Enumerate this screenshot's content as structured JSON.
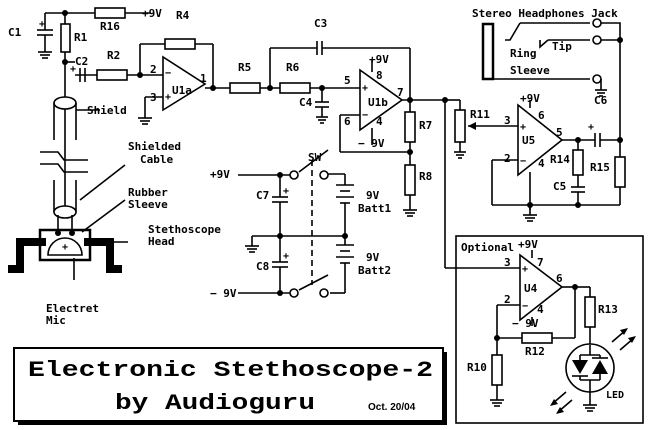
{
  "title": {
    "line1": "Electronic Stethoscope-2",
    "line2": "by Audioguru",
    "date": "Oct. 20/04"
  },
  "labels": {
    "c1": "C1",
    "r1": "R1",
    "r16": "R16",
    "plus9_top": "+9V",
    "r4": "R4",
    "r2": "R2",
    "c2": "C2",
    "u1a": "U1a",
    "pin2": "2",
    "pin3": "3",
    "pin1": "1",
    "shield": "Shield",
    "r5": "R5",
    "r6": "R6",
    "c3": "C3",
    "c4": "C4",
    "u1b": "U1b",
    "u1b_plus9": "+9V",
    "u1b_minus9": "− 9V",
    "pin5": "5",
    "pin6": "6",
    "pin7": "7",
    "pin8": "8",
    "pin4": "4",
    "r7": "R7",
    "r8": "R8",
    "r11": "R11",
    "jack_title": "Stereo Headphones Jack",
    "ring": "Ring",
    "tip": "Tip",
    "sleeve": "Sleeve",
    "u5": "U5",
    "u5_plus9": "+9V",
    "u5_pin3": "3",
    "u5_pin6": "6",
    "u5_pin5": "5",
    "u5_pin2": "2",
    "u5_pin4": "4",
    "c6": "C6",
    "r14": "R14",
    "r15": "R15",
    "c5": "C5",
    "shielded_cable": "Shielded\nCable",
    "rubber_sleeve": "Rubber\nSleeve",
    "stetho_head": "Stethoscope\nHead",
    "electret": "Electret\nMic",
    "sw": "SW",
    "sw_plus9": "+9V",
    "sw_minus9": "− 9V",
    "c7": "C7",
    "c8": "C8",
    "batt1": "9V\nBatt1",
    "batt2": "9V\nBatt2",
    "optional": "Optional",
    "u4": "U4",
    "u4_plus9": "+9V",
    "u4_minus9": "− 9V",
    "u4_pin3": "3",
    "u4_pin7": "7",
    "u4_pin6": "6",
    "u4_pin2": "2",
    "u4_pin4": "4",
    "r10": "R10",
    "r12": "R12",
    "r13": "R13",
    "led": "LED"
  }
}
